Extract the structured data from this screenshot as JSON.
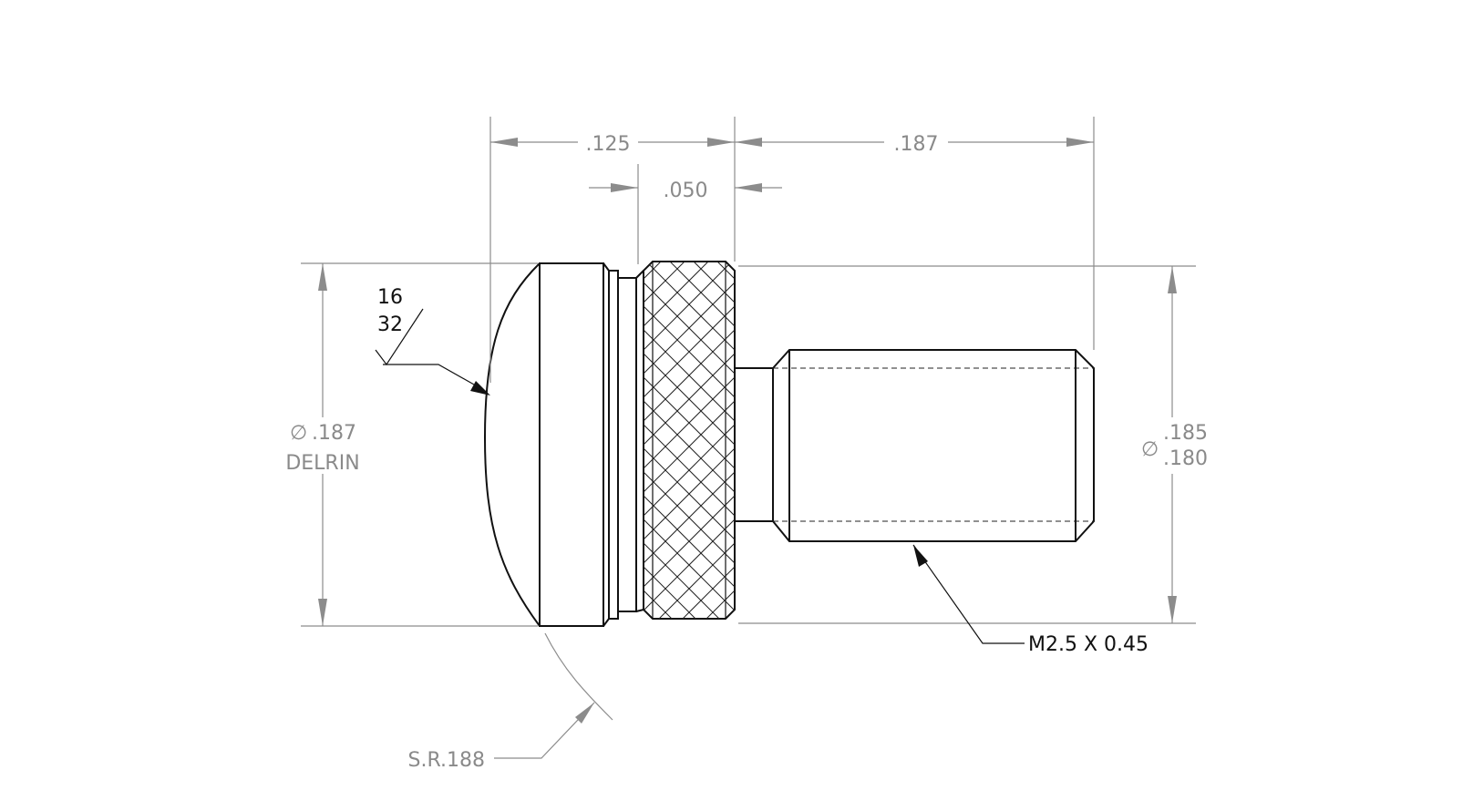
{
  "dimensions": {
    "length_cap_to_shoulder": ".125",
    "knurl_width": ".050",
    "thread_length": ".187",
    "head_diameter": ".187",
    "head_diameter_symbol": "∅",
    "head_material": "DELRIN",
    "thread_diameter_max": ".185",
    "thread_diameter_min": ".180",
    "thread_diameter_symbol": "∅",
    "sphere_radius": "S.R.188"
  },
  "surface_finish": {
    "top": "16",
    "bottom": "32"
  },
  "thread_callout": "M2.5 X 0.45",
  "colors": {
    "part_lines": "#111111",
    "dimension_lines": "#8c8c8c"
  }
}
